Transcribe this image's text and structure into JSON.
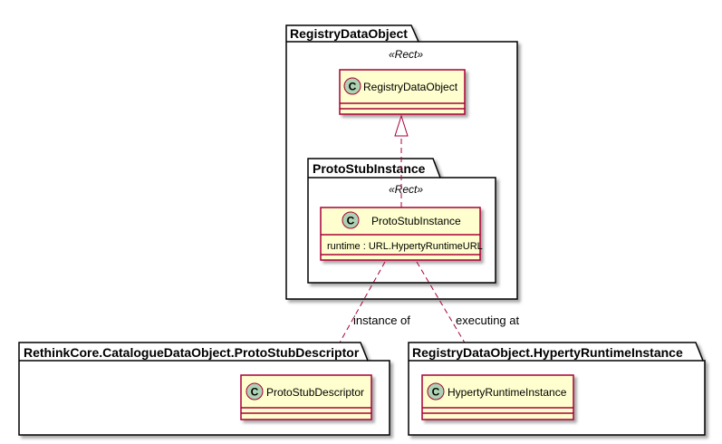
{
  "colors": {
    "class_fill": "#FEFECE",
    "class_border": "#A80036",
    "circle_fill": "#ADD1B2",
    "edge": "#A80036",
    "package_border": "#000000"
  },
  "packages": {
    "registry": {
      "title": "RegistryDataObject",
      "stereotype": "«Rect»"
    },
    "protostub": {
      "title": "ProtoStubInstance",
      "stereotype": "«Rect»"
    },
    "descriptor": {
      "title": "RethinkCore.CatalogueDataObject.ProtoStubDescriptor"
    },
    "runtime": {
      "title": "RegistryDataObject.HypertyRuntimeInstance"
    }
  },
  "classes": {
    "registry_data_object": {
      "icon": "C",
      "name": "RegistryDataObject"
    },
    "proto_stub_instance": {
      "icon": "C",
      "name": "ProtoStubInstance",
      "attribute": "runtime : URL.HypertyRuntimeURL"
    },
    "proto_stub_descriptor": {
      "icon": "C",
      "name": "ProtoStubDescriptor"
    },
    "hyperty_runtime_instance": {
      "icon": "C",
      "name": "HypertyRuntimeInstance"
    }
  },
  "edges": {
    "instance_of": "instance of",
    "executing_at": "executing at"
  }
}
